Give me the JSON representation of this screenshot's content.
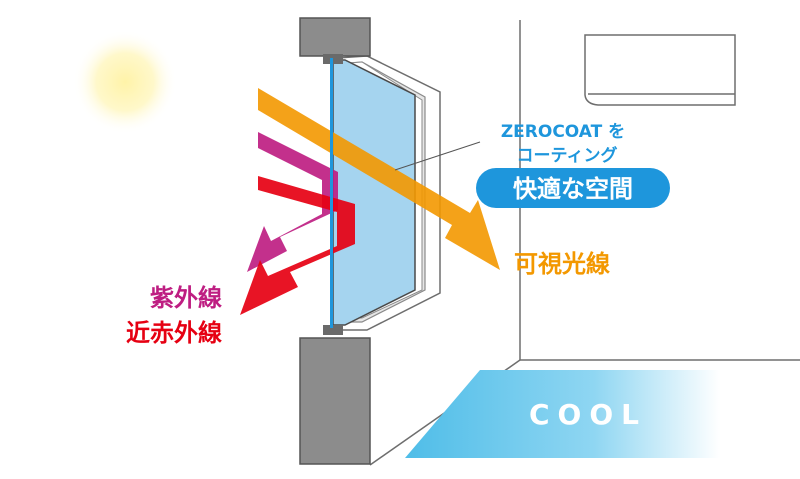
{
  "labels": {
    "coating_line1": "ZEROCOAT を",
    "coating_line2": "コーティング",
    "comfort_badge": "快適な空間",
    "visible_light": "可視光線",
    "ultraviolet": "紫外線",
    "near_infrared": "近赤外線",
    "cool": "COOL"
  },
  "colors": {
    "visible_light": "#F39800",
    "ultraviolet": "#BE1E82",
    "near_infrared": "#E60012",
    "glass": "#A5D4EF",
    "coating_film": "#1E96DC",
    "badge": "#1E96DC",
    "floor_cool": "#5AC2EA",
    "wall_frame": "#808080",
    "text_coating": "#1E96DC"
  },
  "icons": {
    "sun": "sun-icon",
    "air_conditioner": "air-conditioner-icon"
  }
}
